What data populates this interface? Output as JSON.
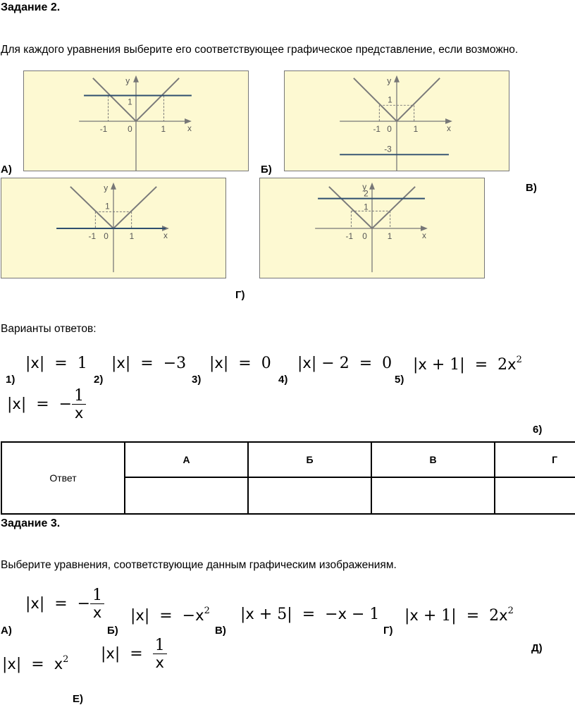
{
  "task2": {
    "title": "Задание 2.",
    "instruction": "Для каждого уравнения выберите его соответствующее графическое представление, если возможно.",
    "graph_labels": {
      "a": "А)",
      "b": "Б)",
      "v": "В)",
      "g": "Г)"
    },
    "axis": {
      "x": "x",
      "y": "y",
      "neg1": "-1",
      "zero": "0",
      "one": "1",
      "two": "2",
      "neg3": "-3"
    },
    "answers_title": "Варианты ответов:",
    "option_labels": [
      "1)",
      "2)",
      "3)",
      "4)",
      "5)",
      "6)"
    ],
    "options": {
      "o1": {
        "var": "x",
        "rhs": "1"
      },
      "o2": {
        "var": "x",
        "rhs": "−3"
      },
      "o3": {
        "var": "x",
        "rhs": "0"
      },
      "o4": {
        "var": "x",
        "minus": "− 2",
        "rhs": "0"
      },
      "o5": {
        "var": "x",
        "plus": "+ 1",
        "coef": "2",
        "var2": "x",
        "exp": "2"
      },
      "o6": {
        "var": "x",
        "num": "1",
        "den": "x"
      }
    },
    "table": {
      "row_label": "Ответ",
      "columns": [
        "А",
        "Б",
        "В",
        "Г"
      ]
    }
  },
  "task3": {
    "title": "Задание 3.",
    "instruction": "Выберите уравнения, соответствующие данным графическим изображениям.",
    "labels": [
      "А)",
      "Б)",
      "В)",
      "Г)",
      "Д)",
      "Е)"
    ],
    "eqs": {
      "a": {
        "var": "x",
        "num": "1",
        "den": "x"
      },
      "b": {
        "var": "x",
        "rhs_var": "x",
        "exp": "2"
      },
      "v": {
        "var": "x",
        "plus": "+ 5",
        "rhs_var": "x",
        "rhs_tail": "− 1"
      },
      "g": {
        "var": "x",
        "plus": "+ 1",
        "coef": "2",
        "var2": "x",
        "exp": "2"
      },
      "d": {
        "var": "x",
        "rhs_var": "x",
        "exp": "2"
      },
      "e": {
        "var": "x",
        "num": "1",
        "den": "x"
      }
    }
  },
  "colors": {
    "graph_bg": "#fdf9d2",
    "abs_line": "#7a7a7a",
    "h_line": "#2f4f6f"
  }
}
